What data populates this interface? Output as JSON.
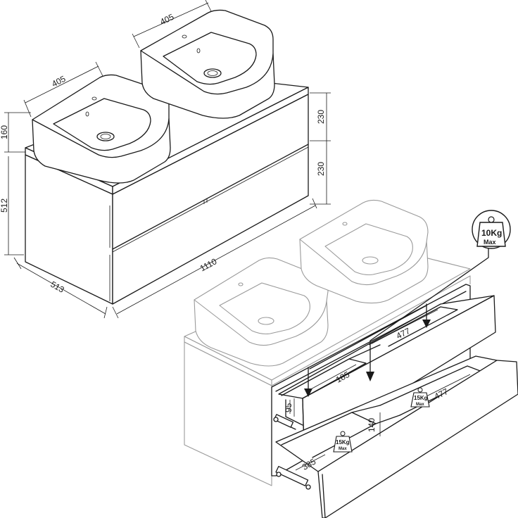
{
  "top_view": {
    "dim_basin_left_width": "405",
    "dim_basin_right_width": "405",
    "dim_basin_height": "160",
    "dim_cabinet_height": "512",
    "dim_depth": "513",
    "dim_width": "1110",
    "dim_drawer_upper": "230",
    "dim_drawer_lower": "230"
  },
  "bottom_view": {
    "dim_upper_drawer_depth": "477",
    "dim_upper_drawer_width": "185",
    "dim_upper_drawer_height": "95",
    "dim_lower_drawer_depth": "477",
    "dim_lower_drawer_height": "140",
    "dim_lower_drawer_width": "385"
  },
  "weights": {
    "callout_value": "10",
    "callout_unit": "Kg",
    "callout_max": "Max",
    "upper_value": "15",
    "upper_unit": "Kg",
    "upper_max": "Max",
    "lower_value": "15",
    "lower_unit": "Kg",
    "lower_max": "Max"
  }
}
